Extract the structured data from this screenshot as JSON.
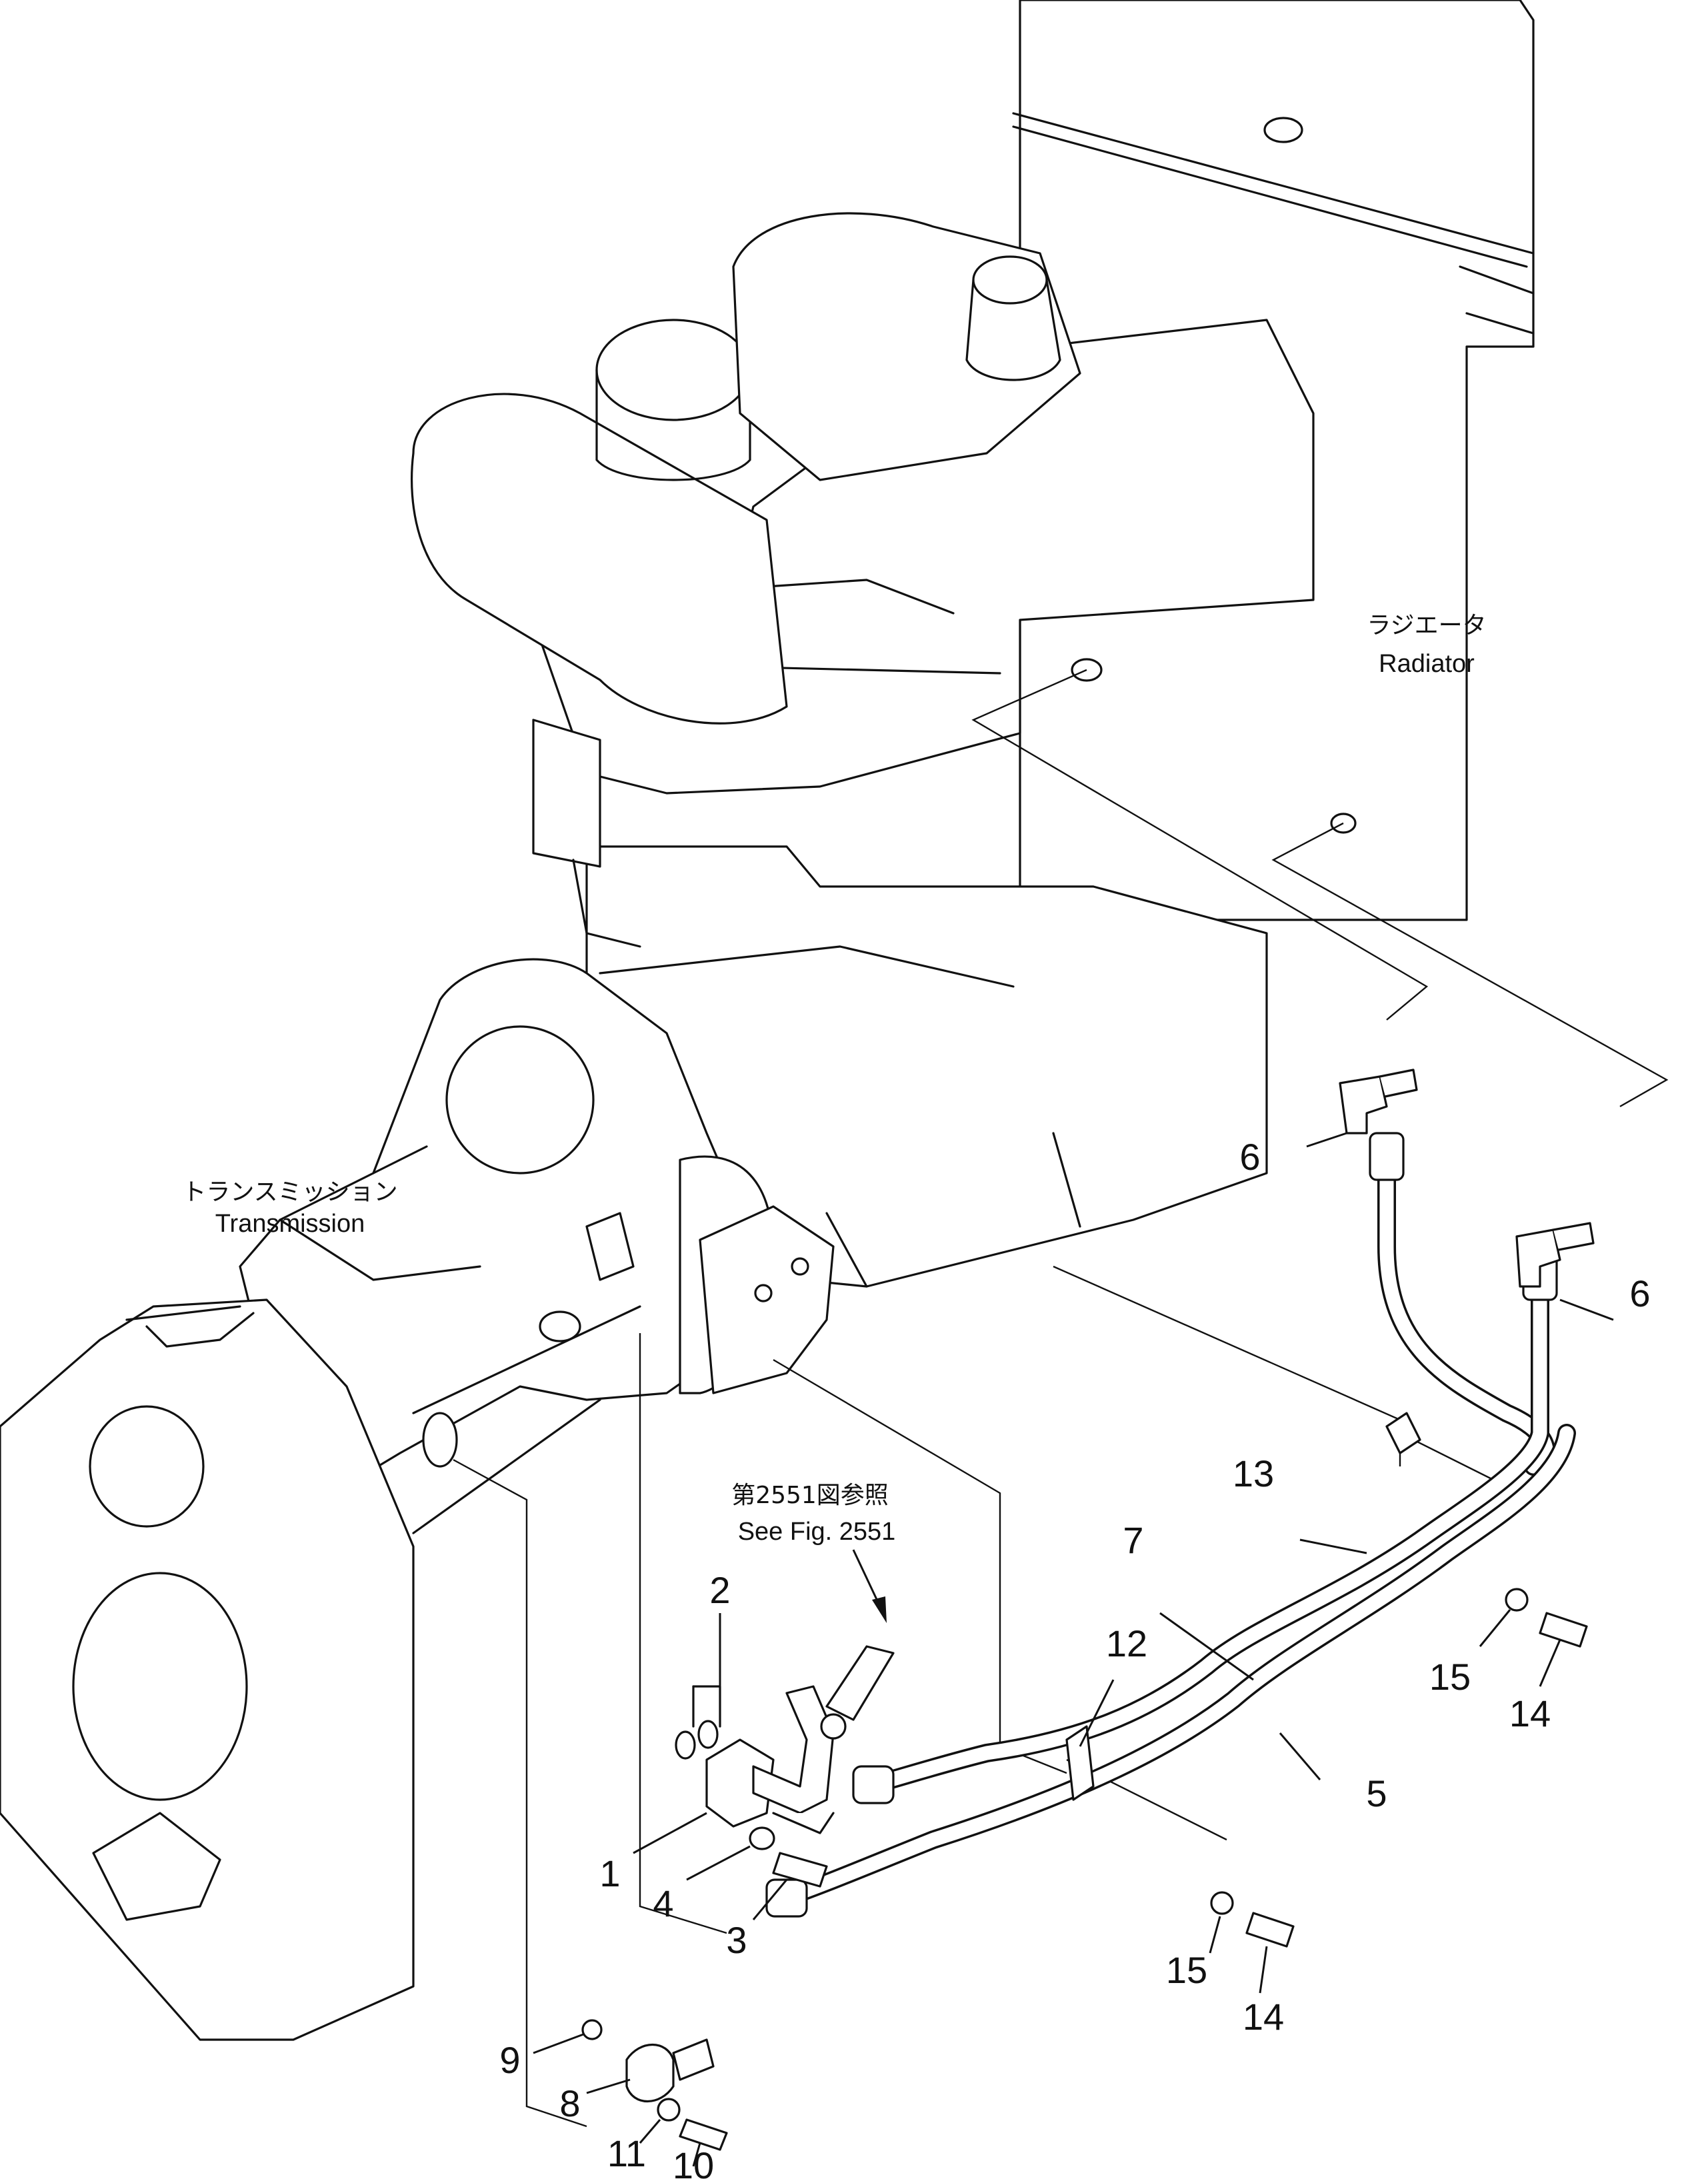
{
  "labels": {
    "radiator_jp": "ラジエータ",
    "radiator_en": "Radiator",
    "transmission_jp": "トランスミッション",
    "transmission_en": "Transmission",
    "ref_jp": "第2551図参照",
    "ref_en": "See Fig. 2551"
  },
  "parts": {
    "p1": "1",
    "p2": "2",
    "p3": "3",
    "p4": "4",
    "p5": "5",
    "p6a": "6",
    "p6b": "6",
    "p7": "7",
    "p8": "8",
    "p9": "9",
    "p10": "10",
    "p11": "11",
    "p12": "12",
    "p13": "13",
    "p14a": "14",
    "p14b": "14",
    "p15a": "15",
    "p15b": "15"
  }
}
